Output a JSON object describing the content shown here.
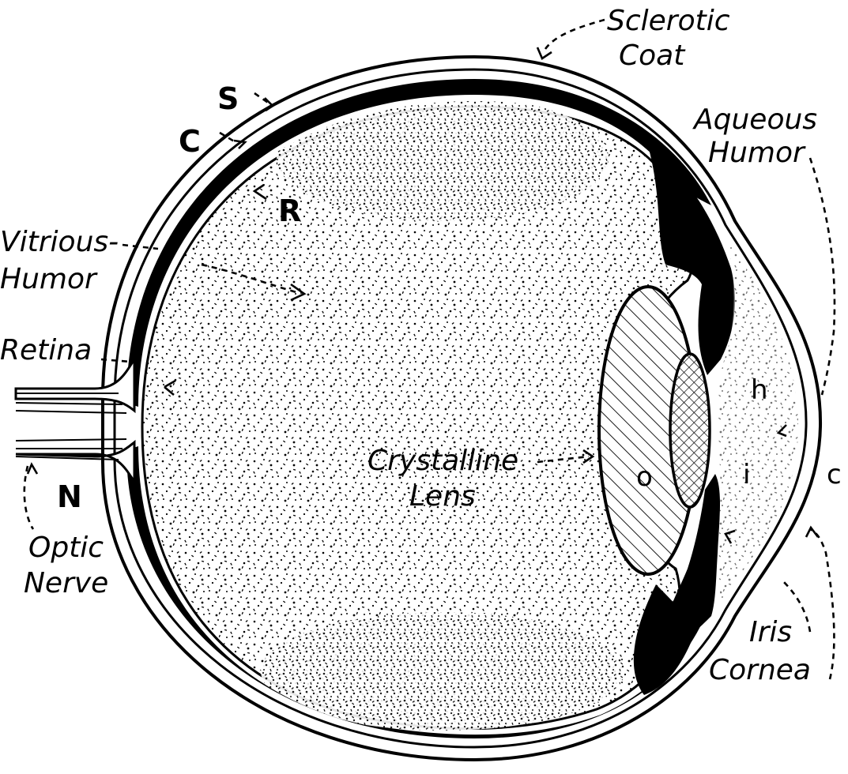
{
  "labels": {
    "sclerotic_coat_1": "Sclerotic",
    "sclerotic_coat_2": "Coat",
    "aqueous_humor_1": "Aqueous",
    "aqueous_humor_2": "Humor",
    "vitrious_humor_1": "Vitrious-",
    "vitrious_humor_2": "Humor",
    "retina": "Retina",
    "optic_nerve_1": "Optic",
    "optic_nerve_2": "Nerve",
    "crystalline_lens_1": "Crystalline",
    "crystalline_lens_2": "Lens",
    "iris": "Iris",
    "cornea": "Cornea"
  },
  "letters": {
    "S": "S",
    "C": "C",
    "R": "R",
    "N": "N",
    "h": "h",
    "o": "o",
    "i": "i",
    "c": "c"
  }
}
